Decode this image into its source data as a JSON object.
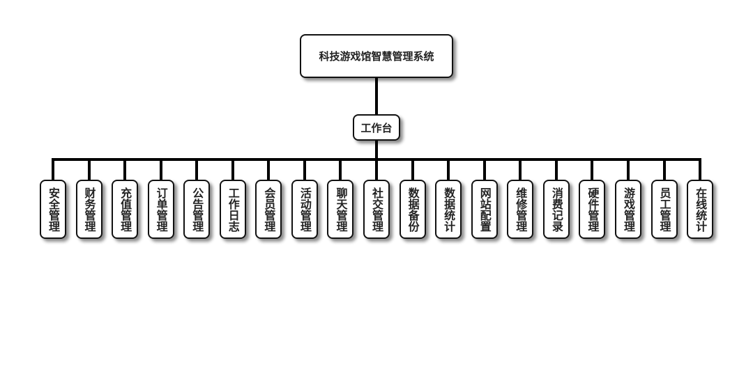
{
  "root": {
    "label": "科技游戏馆智慧管理系统"
  },
  "hub": {
    "label": "工作台"
  },
  "modules": [
    "安全管理",
    "财务管理",
    "充值管理",
    "订单管理",
    "公告管理",
    "工作日志",
    "会员管理",
    "活动管理",
    "聊天管理",
    "社交管理",
    "数据备份",
    "数据统计",
    "网站配置",
    "维修管理",
    "消费记录",
    "硬件管理",
    "游戏管理",
    "员工管理",
    "在线统计"
  ]
}
